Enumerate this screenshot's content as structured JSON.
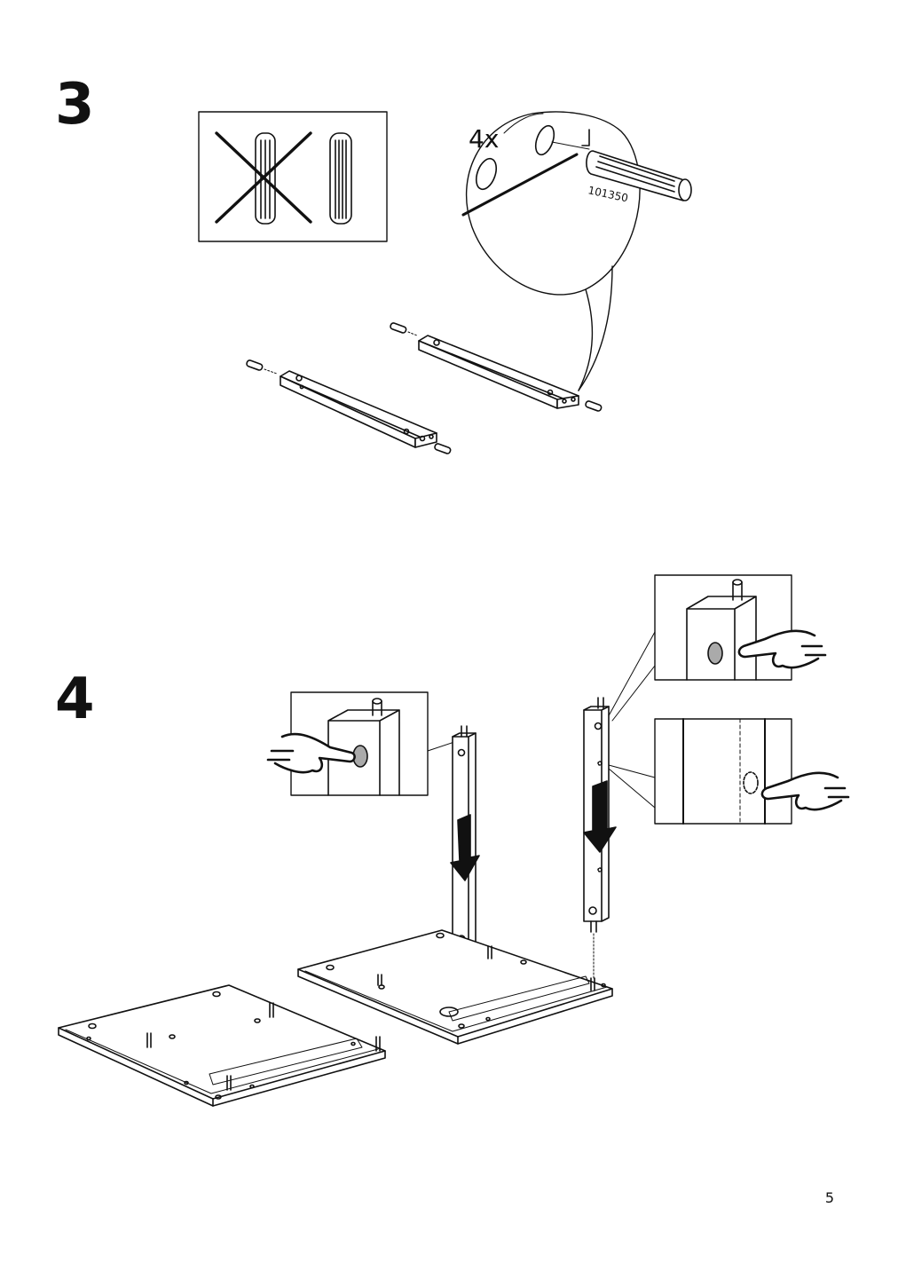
{
  "steps": [
    {
      "number": "3",
      "callout": {
        "quantity": "4x",
        "part_number": "101350"
      }
    },
    {
      "number": "4"
    }
  ],
  "page": {
    "number": "5"
  },
  "icons": [
    "wrong-dowel-crossed-icon",
    "correct-dowel-icon",
    "dowel-icon",
    "pointing-hand-icon",
    "down-arrow-icon"
  ]
}
